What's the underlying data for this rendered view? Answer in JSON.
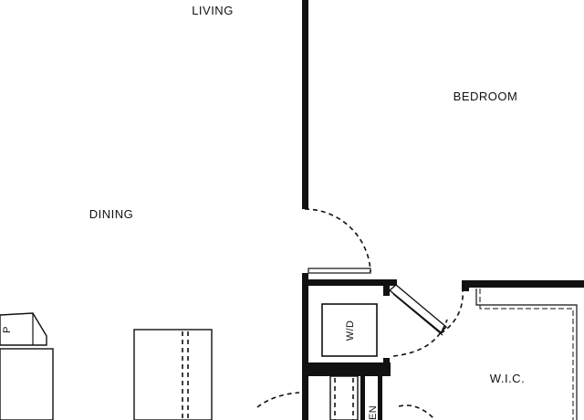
{
  "rooms": {
    "living": "LIVING",
    "bedroom": "BEDROOM",
    "dining": "DINING",
    "wic": "W.I.C."
  },
  "fixtures": {
    "washer_dryer": "W/D",
    "pantry_tag": "P",
    "linen_partial": "EN"
  },
  "colors": {
    "wall": "#111111",
    "background": "#ffffff"
  }
}
